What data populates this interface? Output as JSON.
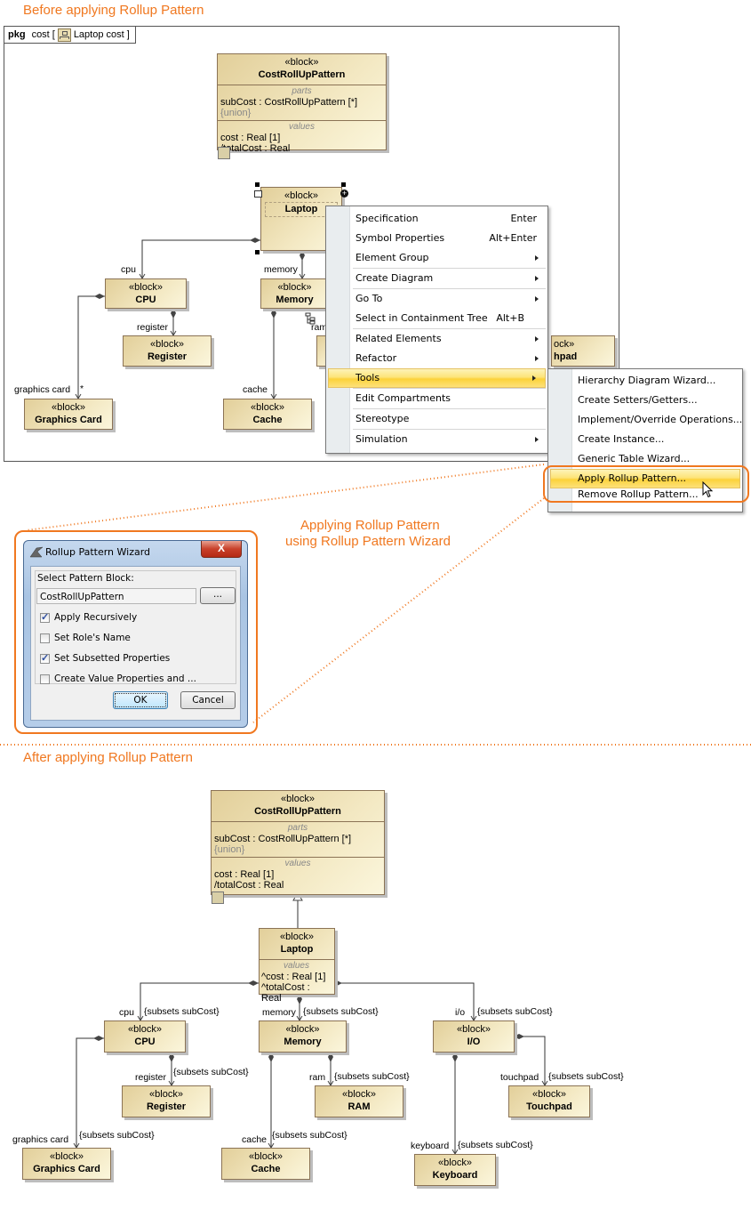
{
  "captions": {
    "before": "Before applying Rollup Pattern",
    "middle_line1": "Applying Rollup Pattern",
    "middle_line2": "using Rollup Pattern Wizard",
    "after": "After applying Rollup Pattern"
  },
  "colors": {
    "accent_orange": "#f07820",
    "block_border": "#8b7355",
    "menu_highlight": "#fcd23a"
  },
  "frame": {
    "keyword": "pkg",
    "owner": "cost",
    "icon": "diagram-icon",
    "name": "Laptop cost"
  },
  "pattern_block": {
    "stereotype": "«block»",
    "name": "CostRollUpPattern",
    "parts_title": "parts",
    "part_name": "subCost",
    "part_type": " : CostRollUpPattern [*]",
    "part_constraint": "{union}",
    "values_title": "values",
    "value1": "cost : Real [1]",
    "value2": "/totalCost : Real"
  },
  "before": {
    "blocks": {
      "laptop": {
        "stereotype": "«block»",
        "name": "Laptop"
      },
      "cpu": {
        "stereotype": "«block»",
        "name": "CPU"
      },
      "memory": {
        "stereotype": "«block»",
        "name": "Memory"
      },
      "register": {
        "stereotype": "«block»",
        "name": "Register"
      },
      "graphics": {
        "stereotype": "«block»",
        "name": "Graphics Card"
      },
      "cache": {
        "stereotype": "«block»",
        "name": "Cache"
      },
      "touchpad_partial": {
        "stereotype": "ock»",
        "name": "hpad"
      }
    },
    "roles": {
      "cpu": "cpu",
      "memory": "memory",
      "register": "register",
      "graphics": "graphics card",
      "graphics_mult": "*",
      "cache": "cache",
      "ram": "ram"
    }
  },
  "context_menu": {
    "items": [
      {
        "label": "Specification",
        "shortcut": "Enter"
      },
      {
        "label": "Symbol Properties",
        "shortcut": "Alt+Enter"
      },
      {
        "label": "Element Group",
        "submenu": true
      },
      {
        "label": "Create Diagram",
        "submenu": true
      },
      {
        "label": "Go To",
        "submenu": true
      },
      {
        "label": "Select in Containment Tree",
        "shortcut": "Alt+B",
        "icon": "containment-tree-icon"
      },
      {
        "label": "Related Elements",
        "submenu": true
      },
      {
        "label": "Refactor",
        "submenu": true
      },
      {
        "label": "Tools",
        "submenu": true,
        "highlighted": true
      },
      {
        "label": "Edit Compartments"
      },
      {
        "label": "Stereotype"
      },
      {
        "label": "Simulation",
        "submenu": true
      }
    ]
  },
  "tools_submenu": {
    "items": [
      {
        "label": "Hierarchy Diagram Wizard..."
      },
      {
        "label": "Create Setters/Getters..."
      },
      {
        "label": "Implement/Override Operations..."
      },
      {
        "label": "Create Instance..."
      },
      {
        "label": "Generic Table Wizard..."
      },
      {
        "label": "Apply Rollup Pattern...",
        "highlighted": true
      },
      {
        "label": "Remove Rollup Pattern..."
      }
    ]
  },
  "wizard": {
    "title": "Rollup Pattern Wizard",
    "close_label": "X",
    "select_label": "Select Pattern Block:",
    "pattern_value": "CostRollUpPattern",
    "browse_label": "...",
    "options": [
      {
        "label": "Apply Recursively",
        "checked": true
      },
      {
        "label": "Set Role's Name",
        "checked": false
      },
      {
        "label": "Set Subsetted Properties",
        "checked": true
      },
      {
        "label": "Create Value Properties and ...",
        "checked": false
      }
    ],
    "ok_label": "OK",
    "cancel_label": "Cancel"
  },
  "after": {
    "laptop": {
      "stereotype": "«block»",
      "name": "Laptop",
      "values_title": "values",
      "value1": "^cost : Real [1]",
      "value2": "^totalCost : Real"
    },
    "blocks": {
      "cpu": {
        "stereotype": "«block»",
        "name": "CPU"
      },
      "memory": {
        "stereotype": "«block»",
        "name": "Memory"
      },
      "io": {
        "stereotype": "«block»",
        "name": "I/O"
      },
      "register": {
        "stereotype": "«block»",
        "name": "Register"
      },
      "ram": {
        "stereotype": "«block»",
        "name": "RAM"
      },
      "touchpad": {
        "stereotype": "«block»",
        "name": "Touchpad"
      },
      "graphics": {
        "stereotype": "«block»",
        "name": "Graphics Card"
      },
      "cache": {
        "stereotype": "«block»",
        "name": "Cache"
      },
      "keyboard": {
        "stereotype": "«block»",
        "name": "Keyboard"
      }
    },
    "roles": {
      "cpu": "cpu",
      "memory": "memory",
      "io": "i/o",
      "register": "register",
      "ram": "ram",
      "touchpad": "touchpad",
      "graphics": "graphics card",
      "cache": "cache",
      "keyboard": "keyboard"
    },
    "subsets_label": "{subsets subCost}"
  }
}
